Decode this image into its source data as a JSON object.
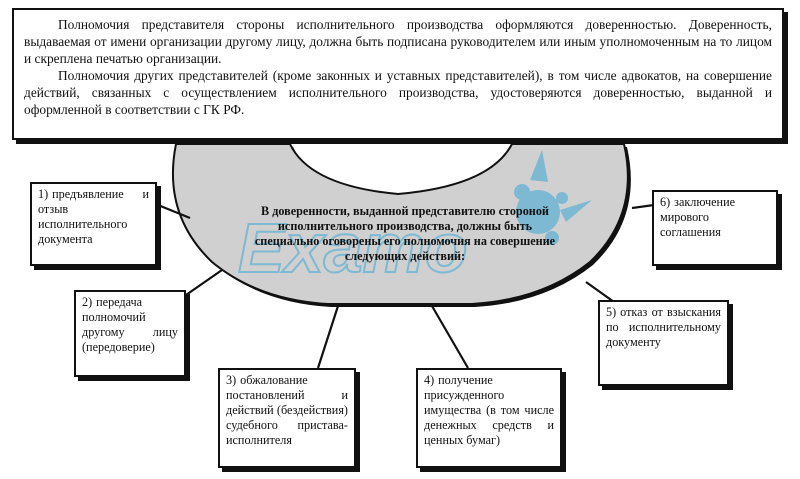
{
  "header": {
    "paragraph_1": "Полномочия представителя стороны исполнительного производства оформляются доверенностью. Доверенность, выдаваемая от имени организации другому лицу, должна быть подписана руководителем или иным уполномоченным на то лицом и скреплена печатью организации.",
    "paragraph_2": "Полномочия других представителей (кроме законных и уставных представителей), в том числе адвокатов, на совершение действий, связанных с осуществлением исполнительного производства, удостоверяются доверенностью, выданной и оформленной в соответствии с ГК РФ."
  },
  "center": {
    "text": "В доверенности, выданной представителю стороной исполнительного производства, должны быть специально оговорены его полномочия на совершение следующих действий:"
  },
  "items": [
    {
      "num": "1)",
      "text": "предъявление и отзыв исполнительного документа"
    },
    {
      "num": "2)",
      "text": "передача полномочий другому лицу (передоверие)"
    },
    {
      "num": "3)",
      "text": "обжалование постановлений и действий (бездействия) судебного пристава-исполнителя"
    },
    {
      "num": "4)",
      "text": "получение присужденного имущества (в том числе денежных средств и ценных бумаг)"
    },
    {
      "num": "5)",
      "text": "отказ от взыскания по исполнительному документу"
    },
    {
      "num": "6)",
      "text": "заключение мирового соглашения"
    }
  ],
  "watermark": {
    "text": "Examo"
  },
  "colors": {
    "line": "#111111",
    "bowl_fill": "#d0d0d0",
    "box_fill": "#ffffff",
    "watermark": "#3aa7d6"
  }
}
